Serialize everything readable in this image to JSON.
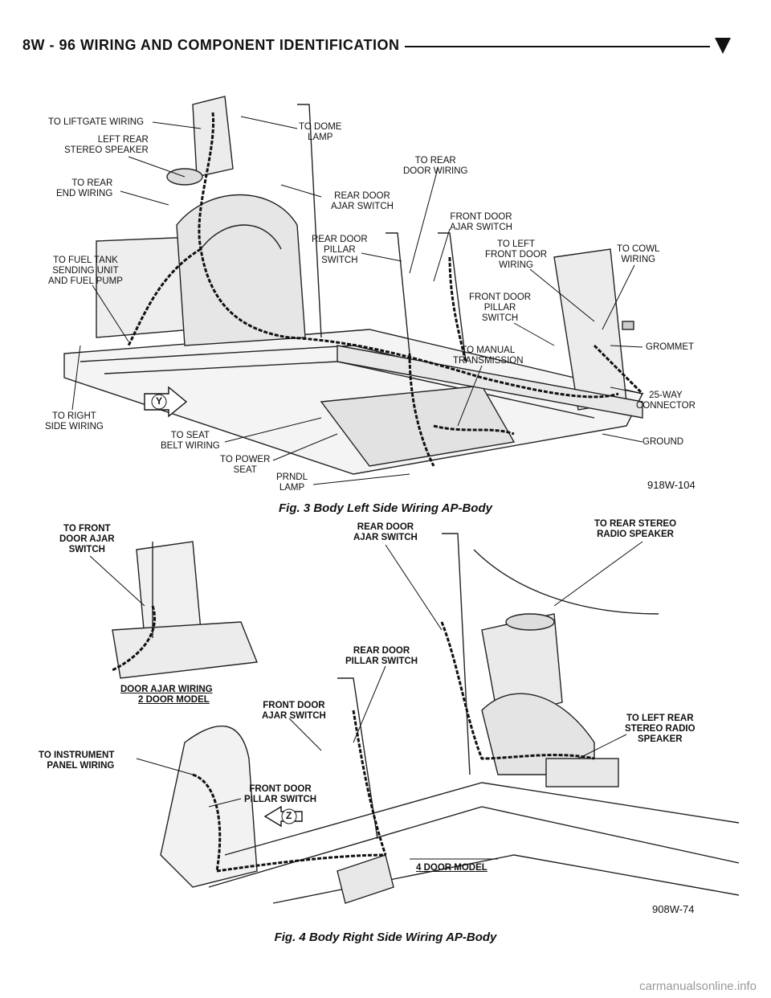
{
  "header": {
    "title": "8W - 96     WIRING AND COMPONENT IDENTIFICATION"
  },
  "fig3": {
    "caption": "Fig. 3 Body Left Side Wiring AP-Body",
    "code": "918W-104",
    "labels": {
      "liftgate": "TO LIFTGATE WIRING",
      "left_rear_speaker": "LEFT REAR\nSTEREO SPEAKER",
      "rear_end": "TO REAR\nEND WIRING",
      "fuel_tank": "TO FUEL TANK\nSENDING UNIT\nAND FUEL PUMP",
      "right_side": "TO RIGHT\nSIDE WIRING",
      "dome_lamp": "TO DOME\nLAMP",
      "rear_door_wiring": "TO REAR\nDOOR WIRING",
      "rear_door_ajar": "REAR DOOR\nAJAR SWITCH",
      "front_door_ajar": "FRONT DOOR\nAJAR SWITCH",
      "rear_door_pillar": "REAR DOOR\nPILLAR\nSWITCH",
      "left_front_door": "TO LEFT\nFRONT DOOR\nWIRING",
      "cowl": "TO COWL\nWIRING",
      "front_door_pillar": "FRONT DOOR\nPILLAR\nSWITCH",
      "grommet": "GROMMET",
      "manual_trans": "TO MANUAL\nTRANSMISSION",
      "connector": "25-WAY\nCONNECTOR",
      "ground": "GROUND",
      "seat_belt": "TO SEAT\nBELT WIRING",
      "power_seat": "TO POWER\nSEAT",
      "prndl": "PRNDL\nLAMP",
      "view_marker": "Y"
    }
  },
  "fig4": {
    "caption": "Fig. 4 Body Right Side Wiring AP-Body",
    "code": "908W-74",
    "labels": {
      "front_door_ajar_2d": "TO FRONT\nDOOR AJAR\nSWITCH",
      "door_ajar_wiring": "DOOR AJAR WIRING",
      "two_door_model": "2 DOOR MODEL",
      "rear_door_ajar": "REAR DOOR\nAJAR SWITCH",
      "rear_stereo": "TO REAR STEREO\nRADIO SPEAKER",
      "rear_door_pillar": "REAR DOOR\nPILLAR SWITCH",
      "front_door_ajar": "FRONT DOOR\nAJAR SWITCH",
      "instrument_panel": "TO INSTRUMENT\nPANEL WIRING",
      "front_door_pillar": "FRONT DOOR\nPILLAR SWITCH",
      "left_rear_stereo": "TO LEFT REAR\nSTEREO RADIO\nSPEAKER",
      "four_door_model": "4 DOOR MODEL",
      "view_marker": "Z"
    }
  },
  "watermark": "carmanualsonline.info"
}
